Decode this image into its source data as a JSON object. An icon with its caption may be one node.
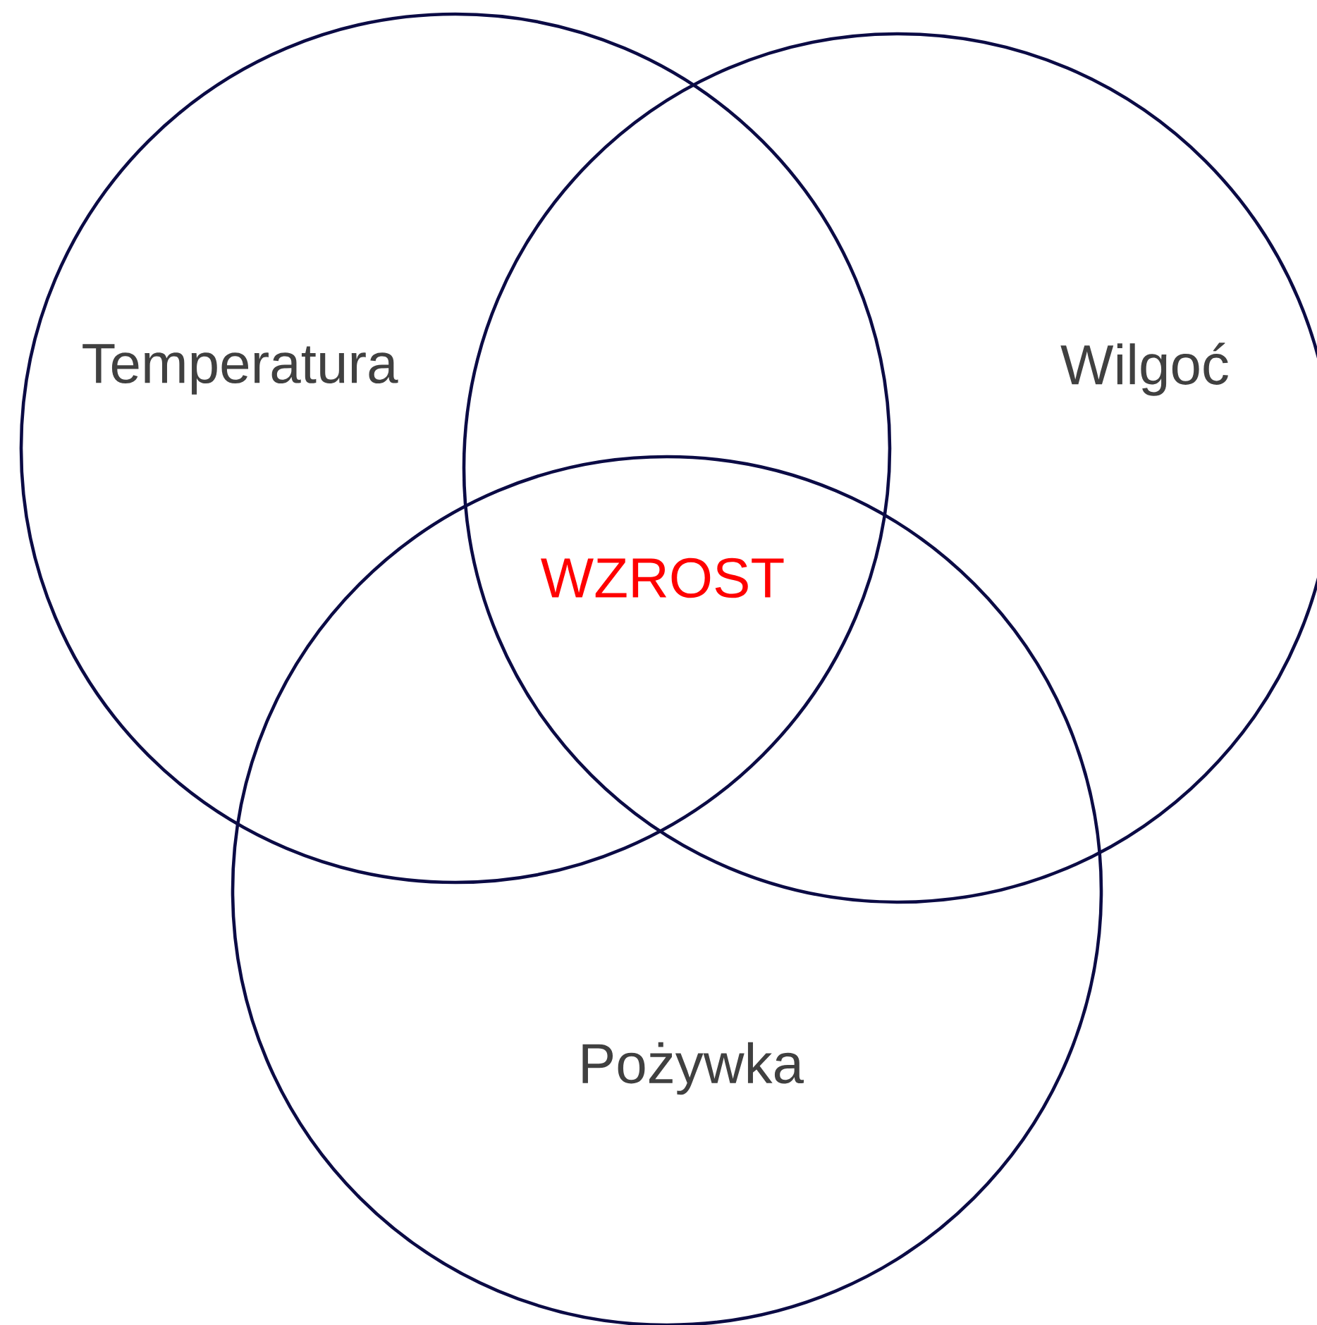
{
  "diagram": {
    "nodes": [
      {
        "text": [
          "Temperatura"
        ]
      },
      {
        "text": [
          "Wilgoć"
        ]
      },
      {
        "text": [
          "Pożywka"
        ]
      }
    ],
    "labels": [
      "WZROST"
    ]
  }
}
